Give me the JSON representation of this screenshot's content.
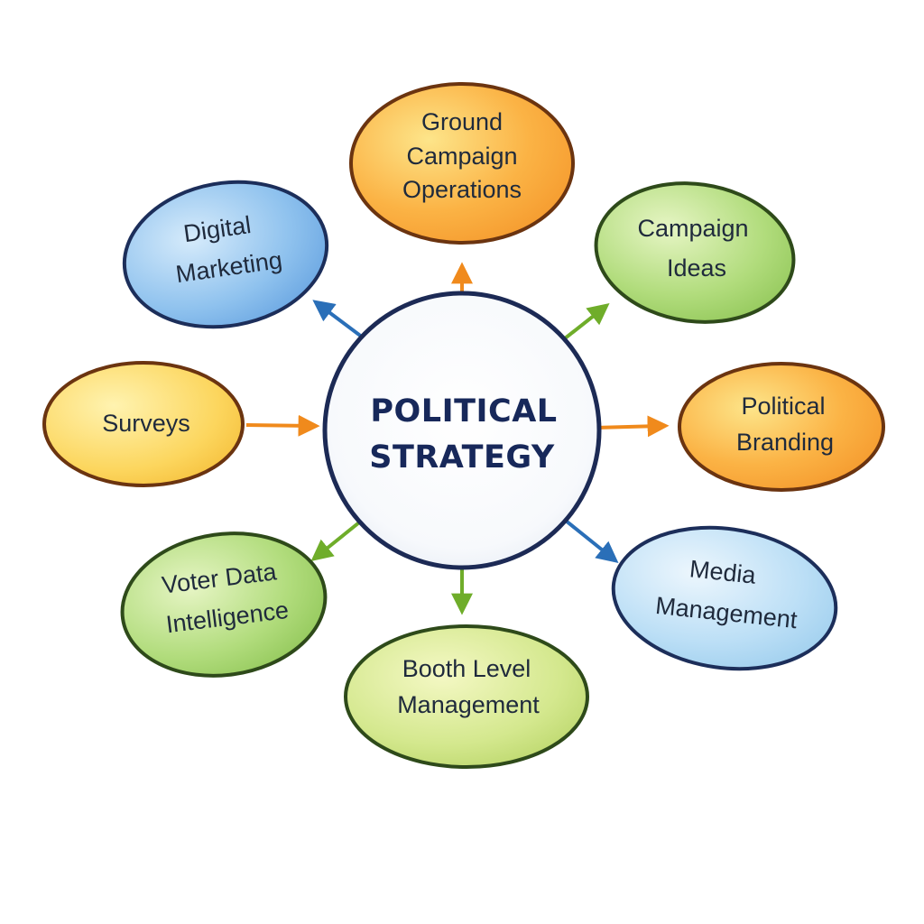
{
  "center": {
    "line1": "POLITICAL",
    "line2": "STRATEGY"
  },
  "nodes": {
    "ground_campaign": {
      "line1": "Ground",
      "line2": "Campaign",
      "line3": "Operations",
      "fill": "#f9a53a",
      "border": "#6b3410"
    },
    "campaign_ideas": {
      "line1": "Campaign",
      "line2": "Ideas",
      "fill": "#9fd466",
      "border": "#2e4a1a"
    },
    "political_branding": {
      "line1": "Political",
      "line2": "Branding",
      "fill": "#f9a53a",
      "border": "#6b3410"
    },
    "media_management": {
      "line1": "Media",
      "line2": "Management",
      "fill": "#a8d4f2",
      "border": "#1c2e5a"
    },
    "booth_level": {
      "line1": "Booth Level",
      "line2": "Management",
      "fill": "#c9e27a",
      "border": "#2e4a1a"
    },
    "voter_data": {
      "line1": "Voter Data",
      "line2": "Intelligence",
      "fill": "#a7d86e",
      "border": "#2e4a1a"
    },
    "surveys": {
      "line1": "Surveys",
      "fill": "#fbd25a",
      "border": "#6b3410"
    },
    "digital_marketing": {
      "line1": "Digital",
      "line2": "Marketing",
      "fill": "#7db3e8",
      "border": "#1c2e5a"
    }
  },
  "colors": {
    "arrow_orange": "#f08a1c",
    "arrow_green": "#6fad2a",
    "arrow_blue": "#2a6fb8",
    "center_border": "#1c2a55"
  }
}
